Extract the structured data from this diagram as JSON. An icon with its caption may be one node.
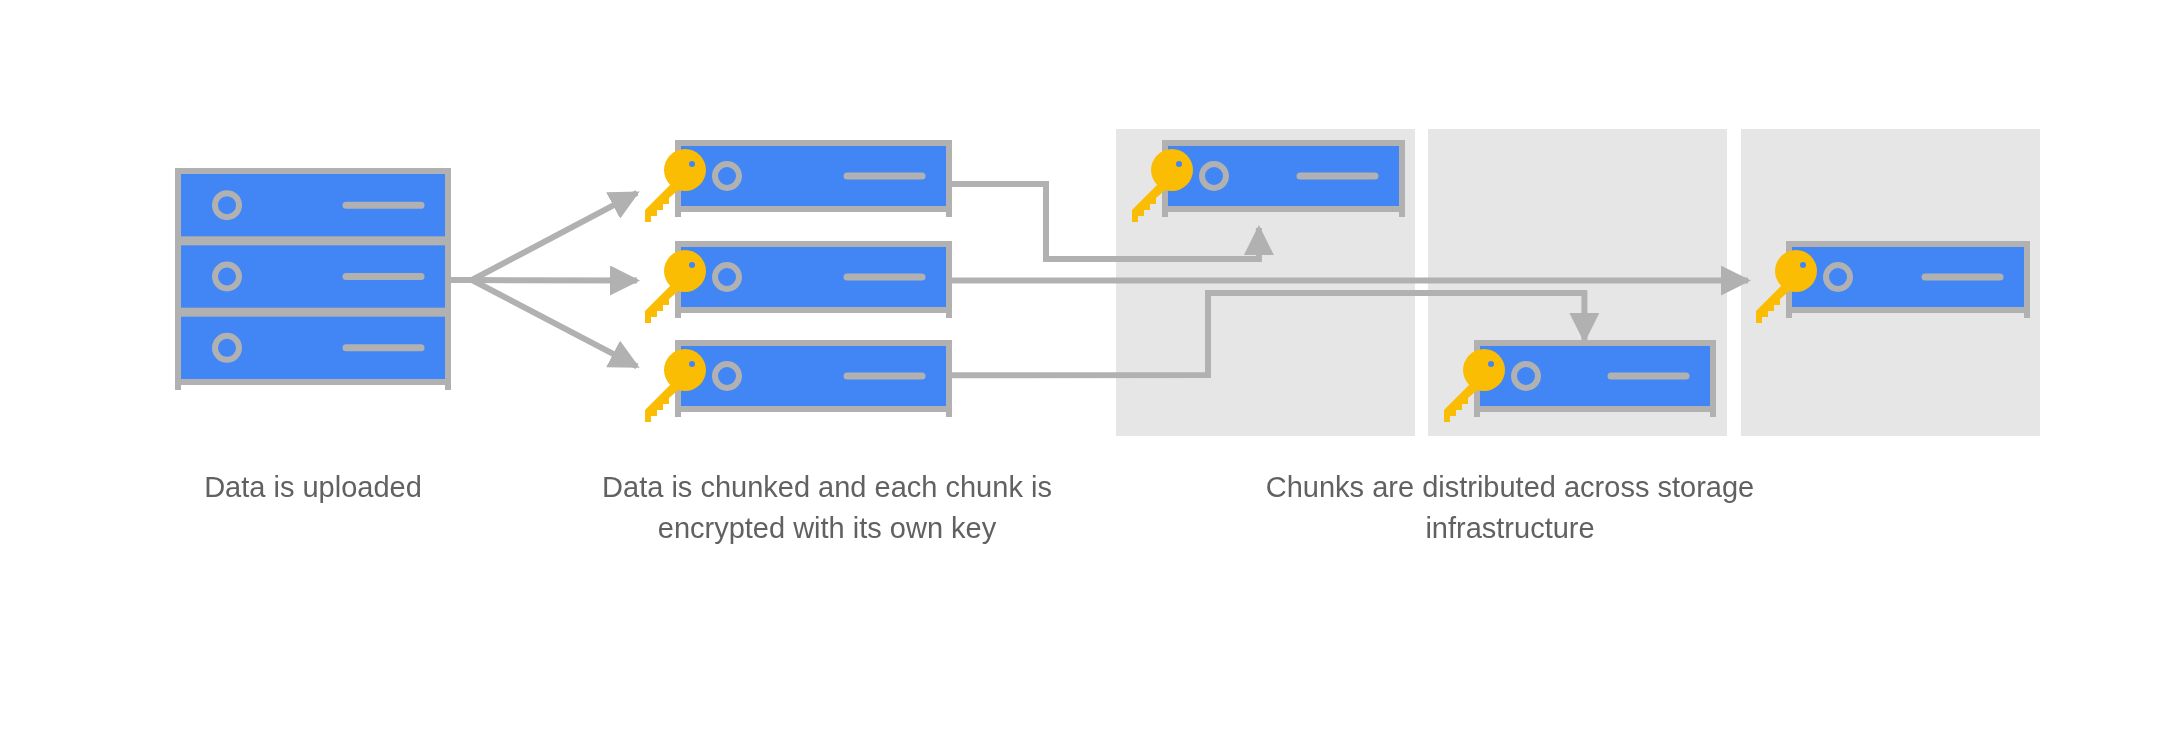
{
  "diagram": {
    "nodes": [
      {
        "text": [],
        "shape": "picture"
      },
      {
        "text": [],
        "shape": "picture"
      },
      {
        "text": [],
        "shape": "picture"
      },
      {
        "text": [],
        "shape": "picture"
      },
      {
        "text": [],
        "shape": "box"
      },
      {
        "text": [],
        "shape": "picture",
        "in": 4
      },
      {
        "text": [],
        "shape": "box"
      },
      {
        "text": [],
        "shape": "picture",
        "in": 6
      },
      {
        "text": [],
        "shape": "box"
      },
      {
        "text": [],
        "shape": "picture",
        "in": 8
      }
    ],
    "edges": [
      {
        "from": 0,
        "to": 1,
        "arrow": "to"
      },
      {
        "from": 0,
        "to": 2,
        "arrow": "to"
      },
      {
        "from": 0,
        "to": 3,
        "arrow": "to"
      },
      {
        "from": 1,
        "to": 5,
        "arrow": "to"
      },
      {
        "from": 2,
        "to": 9,
        "arrow": "to"
      },
      {
        "from": 3,
        "to": 7,
        "arrow": "to"
      }
    ],
    "labels": [
      "Data is uploaded",
      "Data is chunked and each chunk is encrypted with its own key",
      "Chunks are distributed across storage infrastructure"
    ]
  }
}
